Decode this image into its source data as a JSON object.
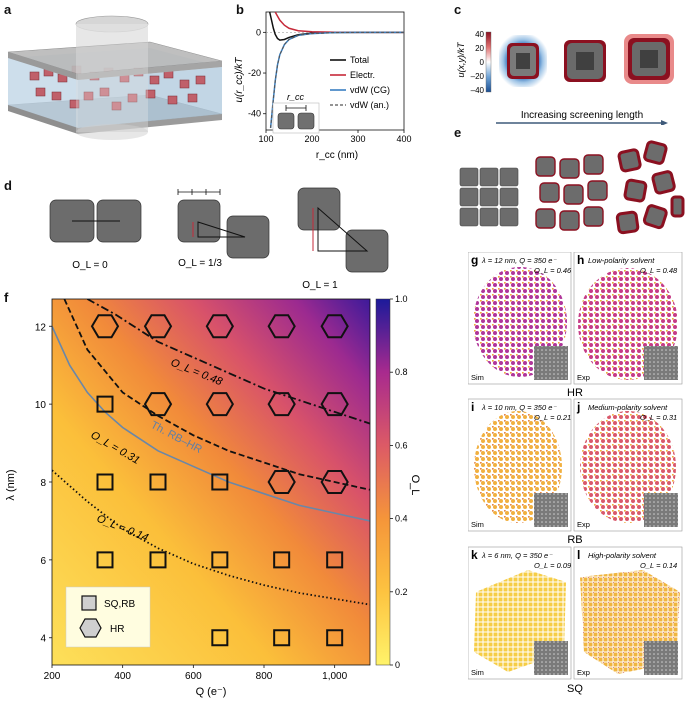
{
  "panels": {
    "a": {
      "letter": "a"
    },
    "b": {
      "letter": "b"
    },
    "c": {
      "letter": "c"
    },
    "d": {
      "letter": "d"
    },
    "e": {
      "letter": "e"
    },
    "f": {
      "letter": "f"
    },
    "g": {
      "letter": "g"
    },
    "h": {
      "letter": "h"
    },
    "i": {
      "letter": "i"
    },
    "j": {
      "letter": "j"
    },
    "k": {
      "letter": "k"
    },
    "l": {
      "letter": "l"
    }
  },
  "panel_b": {
    "ylabel": "u(r_cc)/kT",
    "xlabel": "r_cc (nm)",
    "inset_label": "r_cc",
    "legend": [
      "Total",
      "Electr.",
      "vdW (CG)",
      "vdW (an.)"
    ]
  },
  "panel_c": {
    "ylabel": "u(x,y)/kT",
    "colorbar_ticks": [
      "40",
      "20",
      "0",
      "–20",
      "–40"
    ],
    "arrow_label": "Increasing screening length"
  },
  "panel_d": {
    "labels": [
      "O_L = 0",
      "O_L = 1/3",
      "O_L = 1"
    ]
  },
  "panel_f": {
    "ylabel": "λ (nm)",
    "xlabel": "Q (e⁻)",
    "colorbar_label": "O_L",
    "contour_labels": [
      "O_L = 0.48",
      "O_L = 0.31",
      "O_L = 0.14"
    ],
    "theory_label": "Th. RB–HR",
    "legend": [
      "SQ,RB",
      "HR"
    ]
  },
  "panel_sims": {
    "g": {
      "line1": "λ = 12 nm, Q = 350 e⁻",
      "line2": "O_L = 0.46",
      "corner": "Sim"
    },
    "h": {
      "line1": "Low-polarity solvent",
      "line2": "O_L = 0.48",
      "corner": "Exp"
    },
    "i": {
      "line1": "λ = 10 nm, Q = 350 e⁻",
      "line2": "O_L = 0.21",
      "corner": "Sim"
    },
    "j": {
      "line1": "Medium-polarity solvent",
      "line2": "O_L = 0.31",
      "corner": "Exp"
    },
    "k": {
      "line1": "λ = 6 nm, Q = 350 e⁻",
      "line2": "O_L = 0.09",
      "corner": "Sim"
    },
    "l": {
      "line1": "High-polarity solvent",
      "line2": "O_L = 0.14",
      "corner": "Exp"
    },
    "row_labels": [
      "HR",
      "RB",
      "SQ"
    ]
  },
  "chart_data": [
    {
      "type": "line",
      "panel": "b",
      "xlabel": "r_cc (nm)",
      "ylabel": "u(r_cc)/kT",
      "xlim": [
        100,
        400
      ],
      "ylim": [
        -48,
        10
      ],
      "xticks": [
        100,
        200,
        300,
        400
      ],
      "yticks": [
        0,
        -20,
        -40
      ],
      "legend_position": "right",
      "series": [
        {
          "name": "Total",
          "color": "#111111",
          "style": "solid",
          "x": [
            108,
            112,
            116,
            120,
            125,
            130,
            140,
            150,
            170,
            200,
            250,
            300,
            400
          ],
          "y": [
            10,
            6,
            2,
            -1,
            -3,
            -3.8,
            -3.5,
            -2.5,
            -1.2,
            -0.4,
            -0.1,
            0,
            0
          ]
        },
        {
          "name": "Electr.",
          "color": "#c62a3a",
          "style": "solid",
          "x": [
            120,
            125,
            130,
            140,
            150,
            170,
            200,
            250,
            300,
            400
          ],
          "y": [
            10,
            8,
            6,
            3.5,
            2,
            0.8,
            0.3,
            0.05,
            0,
            0
          ]
        },
        {
          "name": "vdW (CG)",
          "color": "#3a7fc1",
          "style": "solid",
          "x": [
            110,
            115,
            120,
            125,
            130,
            140,
            150,
            170,
            200,
            250,
            300,
            400
          ],
          "y": [
            -47,
            -35,
            -24,
            -16,
            -11,
            -6,
            -3.5,
            -1.5,
            -0.6,
            -0.1,
            0,
            0
          ]
        },
        {
          "name": "vdW (an.)",
          "color": "#555555",
          "style": "dashed",
          "x": [
            110,
            115,
            120,
            125,
            130,
            140,
            150,
            170,
            200,
            250,
            300,
            400
          ],
          "y": [
            -47,
            -35,
            -24,
            -16,
            -11,
            -6,
            -3.5,
            -1.5,
            -0.6,
            -0.1,
            0,
            0
          ]
        }
      ]
    },
    {
      "type": "heatmap",
      "panel": "f",
      "xlabel": "Q (e⁻)",
      "ylabel": "λ (nm)",
      "xlim": [
        200,
        1100
      ],
      "ylim": [
        3.3,
        12.7
      ],
      "xticks": [
        200,
        400,
        600,
        800,
        "1,000"
      ],
      "yticks": [
        4,
        6,
        8,
        10,
        12
      ],
      "colorbar_label": "O_L",
      "colorbar_range": [
        0,
        1.0
      ],
      "colorbar_ticks": [
        0,
        0.2,
        0.4,
        0.6,
        0.8,
        1.0
      ],
      "contours": [
        {
          "label": "O_L = 0.48",
          "style": "dashdot",
          "x": [
            300,
            380,
            500,
            600,
            700,
            800,
            900,
            1000,
            1100
          ],
          "y": [
            12.7,
            12.3,
            11.6,
            11.2,
            10.8,
            10.4,
            10.1,
            9.8,
            9.5
          ]
        },
        {
          "label": "O_L = 0.31",
          "style": "dashed",
          "x": [
            235,
            300,
            400,
            500,
            600,
            700,
            800,
            900,
            1000,
            1100
          ],
          "y": [
            12.7,
            11.4,
            10.3,
            9.7,
            9.2,
            8.8,
            8.5,
            8.2,
            8.0,
            7.8
          ]
        },
        {
          "label": "O_L = 0.14",
          "style": "dotted",
          "x": [
            200,
            300,
            400,
            500,
            600,
            700,
            800,
            900,
            1000,
            1100
          ],
          "y": [
            8.3,
            7.5,
            6.8,
            6.3,
            5.9,
            5.6,
            5.35,
            5.15,
            5.0,
            4.85
          ]
        },
        {
          "label": "Th. RB–HR",
          "style": "solid",
          "color": "#6a87a8",
          "x": [
            200,
            250,
            300,
            350,
            400,
            500,
            600,
            700,
            800,
            900,
            1000,
            1100
          ],
          "y": [
            12.0,
            11.0,
            10.3,
            9.8,
            9.4,
            8.8,
            8.4,
            8.0,
            7.7,
            7.4,
            7.2,
            7.0
          ]
        }
      ],
      "markers": [
        {
          "x": 350,
          "y": 12,
          "phase": "HR"
        },
        {
          "x": 500,
          "y": 12,
          "phase": "HR"
        },
        {
          "x": 675,
          "y": 12,
          "phase": "HR"
        },
        {
          "x": 850,
          "y": 12,
          "phase": "HR"
        },
        {
          "x": 1000,
          "y": 12,
          "phase": "HR"
        },
        {
          "x": 350,
          "y": 10,
          "phase": "SQ,RB"
        },
        {
          "x": 500,
          "y": 10,
          "phase": "HR"
        },
        {
          "x": 675,
          "y": 10,
          "phase": "HR"
        },
        {
          "x": 850,
          "y": 10,
          "phase": "HR"
        },
        {
          "x": 1000,
          "y": 10,
          "phase": "HR"
        },
        {
          "x": 350,
          "y": 8,
          "phase": "SQ,RB"
        },
        {
          "x": 500,
          "y": 8,
          "phase": "SQ,RB"
        },
        {
          "x": 675,
          "y": 8,
          "phase": "SQ,RB"
        },
        {
          "x": 850,
          "y": 8,
          "phase": "HR"
        },
        {
          "x": 1000,
          "y": 8,
          "phase": "HR"
        },
        {
          "x": 350,
          "y": 6,
          "phase": "SQ,RB"
        },
        {
          "x": 500,
          "y": 6,
          "phase": "SQ,RB"
        },
        {
          "x": 675,
          "y": 6,
          "phase": "SQ,RB"
        },
        {
          "x": 850,
          "y": 6,
          "phase": "SQ,RB"
        },
        {
          "x": 1000,
          "y": 6,
          "phase": "SQ,RB"
        },
        {
          "x": 675,
          "y": 4,
          "phase": "SQ,RB"
        },
        {
          "x": 850,
          "y": 4,
          "phase": "SQ,RB"
        },
        {
          "x": 1000,
          "y": 4,
          "phase": "SQ,RB"
        }
      ]
    }
  ]
}
